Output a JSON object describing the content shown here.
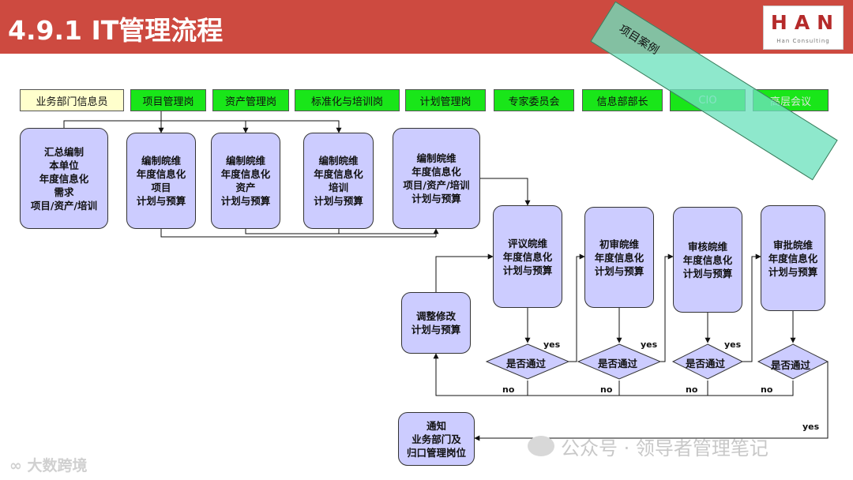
{
  "header": {
    "title": "4.9.1 IT管理流程",
    "logo_main": "HAN",
    "logo_sub": "Han Consulting",
    "accent_color": "#cd4a40"
  },
  "banner": {
    "label": "项目案例"
  },
  "roles": [
    {
      "label": "业务部门信息员"
    },
    {
      "label": "项目管理岗"
    },
    {
      "label": "资产管理岗"
    },
    {
      "label": "标准化与培训岗"
    },
    {
      "label": "计划管理岗"
    },
    {
      "label": "专家委员会"
    },
    {
      "label": "信息部部长"
    },
    {
      "label": "CIO"
    },
    {
      "label": "高层会议"
    }
  ],
  "boxes": {
    "b1": [
      "汇总编制",
      "本单位",
      "年度信息化",
      "需求",
      "项目/资产/培训"
    ],
    "b2": [
      "编制皖维",
      "年度信息化",
      "项目",
      "计划与预算"
    ],
    "b3": [
      "编制皖维",
      "年度信息化",
      "资产",
      "计划与预算"
    ],
    "b4": [
      "编制皖维",
      "年度信息化",
      "培训",
      "计划与预算"
    ],
    "b5": [
      "编制皖维",
      "年度信息化",
      "项目/资产/培训",
      "计划与预算"
    ],
    "b6": [
      "评议皖维",
      "年度信息化",
      "计划与预算"
    ],
    "b7": [
      "初审皖维",
      "年度信息化",
      "计划与预算"
    ],
    "b8": [
      "审核皖维",
      "年度信息化",
      "计划与预算"
    ],
    "b9": [
      "审批皖维",
      "年度信息化",
      "计划与预算"
    ],
    "b10": [
      "调整修改",
      "计划与预算"
    ],
    "b11": [
      "通知",
      "业务部门及",
      "归口管理岗位"
    ]
  },
  "decision_label": "是否通过",
  "yes_label": "yes",
  "no_label": "no",
  "watermarks": {
    "wechat": "公众号 · 领导者管理笔记",
    "brand": "大数跨境"
  }
}
